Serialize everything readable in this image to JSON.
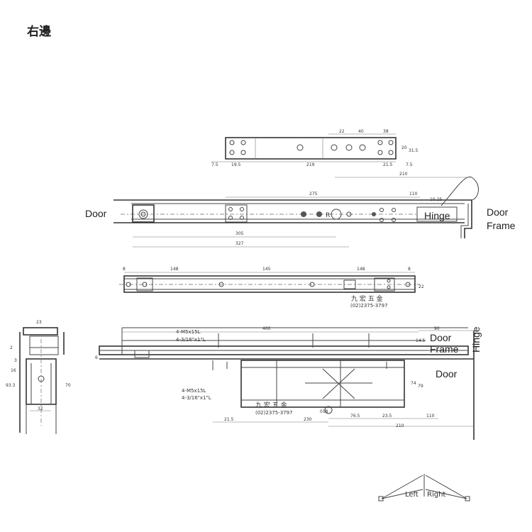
{
  "title": "右邊",
  "labels": {
    "door": "Door",
    "door_frame_1": "Door",
    "door_frame_2": "Frame",
    "hinge_box": "Hinge",
    "hinge_side": "Hinge",
    "door_lower": "Door",
    "left": "Left",
    "right": "Right"
  },
  "brand": {
    "chinese": "九 宏 五 金",
    "phone": "(02)2375-3797"
  },
  "screws": {
    "a1": "4-M5x15L",
    "a2": "4-3/16\"x1\"L"
  },
  "dims_top_plate": [
    "22",
    "40",
    "38",
    "7.5",
    "19.5",
    "219",
    "21.5",
    "7.5",
    "20",
    "31.5"
  ],
  "dims_side_view": [
    "210",
    "275",
    "110",
    "10.25",
    "305",
    "327"
  ],
  "dims_rail": [
    "8",
    "148",
    "145",
    "148",
    "8",
    "22"
  ],
  "dims_section": [
    "23",
    "2",
    "3",
    "16",
    "93.3",
    "70",
    "32"
  ],
  "dims_bottom": [
    "460",
    "90",
    "14.5",
    "6",
    "74",
    "79",
    "018",
    "76.5",
    "23.5",
    "110",
    "21.5",
    "230",
    "210"
  ],
  "marks": {
    "r_letter": "R"
  }
}
